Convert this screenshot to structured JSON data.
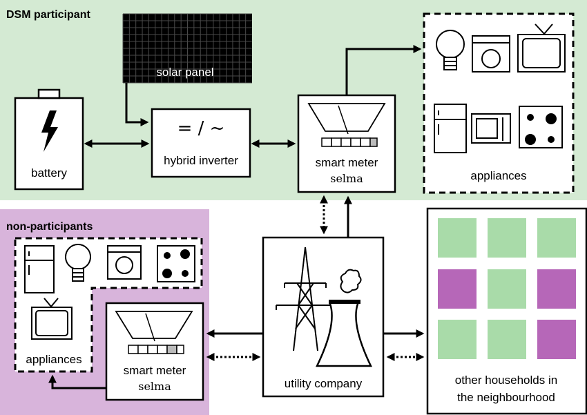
{
  "regions": {
    "dsm_title": "DSM participant",
    "non_title": "non-participants"
  },
  "colors": {
    "dsm_bg": "#d4ead3",
    "non_bg": "#d8b4db",
    "green_house": "#a9dba9",
    "purple_house": "#b667b8"
  },
  "components": {
    "solar_panel": "solar panel",
    "battery": "battery",
    "inverter_symbol": "= / ~",
    "hybrid_inverter": "hybrid inverter",
    "smart_meter": "smart meter",
    "selma": "selma",
    "appliances": "appliances",
    "utility_company": "utility company",
    "neighbourhood_line1": "other households in",
    "neighbourhood_line2": "the neighbourhood"
  },
  "neighbourhood_grid": [
    [
      "green",
      "green",
      "green"
    ],
    [
      "purple",
      "green",
      "purple"
    ],
    [
      "green",
      "green",
      "purple"
    ]
  ]
}
